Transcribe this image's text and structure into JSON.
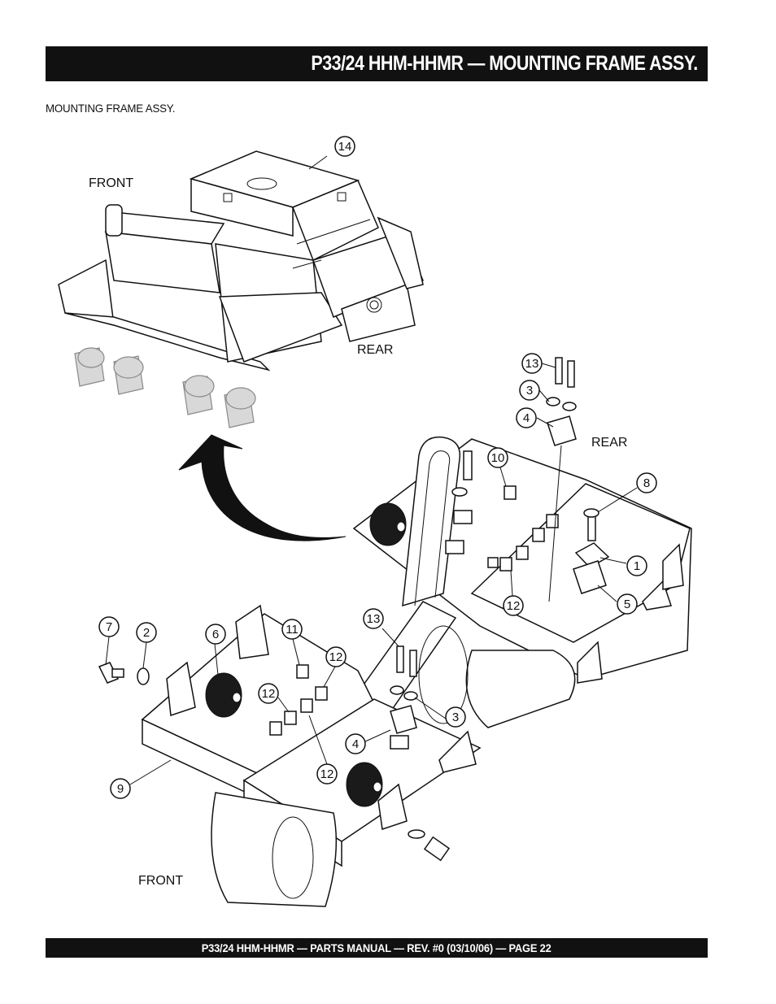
{
  "header": {
    "title": "P33/24 HHM-HHMR — MOUNTING FRAME ASSY."
  },
  "section": {
    "subtitle": "MOUNTING FRAME ASSY."
  },
  "drawing": {
    "labels": {
      "front_top": "FRONT",
      "rear_top": "REAR",
      "rear_right": "REAR",
      "front_bottom": "FRONT"
    },
    "callouts": [
      "14",
      "13",
      "3",
      "4",
      "10",
      "8",
      "1",
      "5",
      "12",
      "7",
      "2",
      "6",
      "11",
      "12",
      "12",
      "13",
      "3",
      "4",
      "12",
      "9"
    ]
  },
  "footer": {
    "text": "P33/24 HHM-HHMR — PARTS MANUAL — REV. #0 (03/10/06) — PAGE 22"
  },
  "colors": {
    "bar": "#111111",
    "bar_text": "#ffffff",
    "line": "#111111"
  }
}
